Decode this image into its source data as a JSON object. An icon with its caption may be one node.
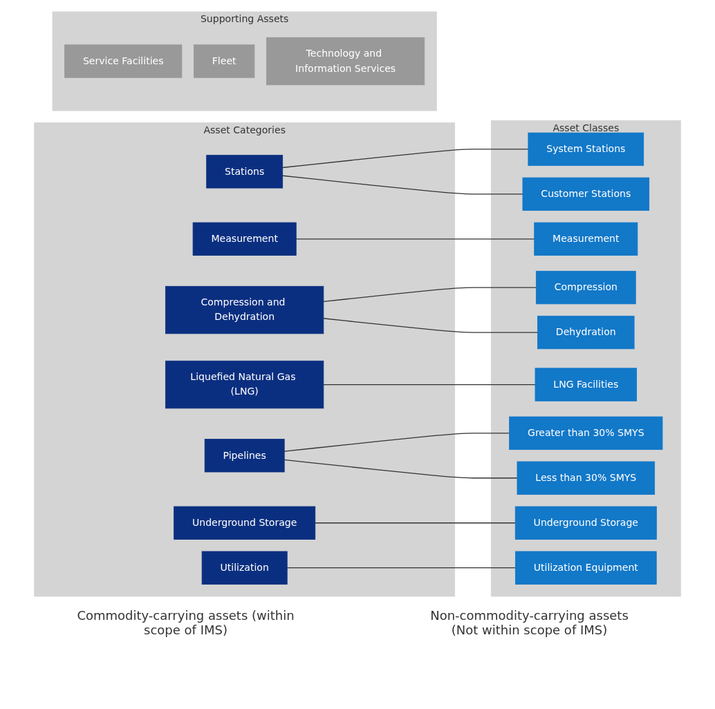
{
  "diagram": {
    "nodes": [
      {
        "text": [
          "Asset Categories"
        ]
      },
      {
        "text": [
          "Stations"
        ],
        "in": 0
      },
      {
        "text": [
          "Measurement"
        ],
        "in": 0
      },
      {
        "text": [
          "Compression and Dehydration"
        ],
        "in": 0
      },
      {
        "text": [
          "Liquefied Natural Gas (LNG)"
        ],
        "in": 0
      },
      {
        "text": [
          "Pipelines"
        ],
        "in": 0
      },
      {
        "text": [
          "Underground Storage"
        ],
        "in": 0
      },
      {
        "text": [
          "Utilization"
        ],
        "in": 0
      },
      {
        "text": [
          "Asset Classes"
        ]
      },
      {
        "text": [
          "System Stations"
        ],
        "in": 8
      },
      {
        "text": [
          "Customer Stations"
        ],
        "in": 8
      },
      {
        "text": [
          "Measurement"
        ],
        "in": 8
      },
      {
        "text": [
          "Compression"
        ],
        "in": 8
      },
      {
        "text": [
          "Dehydration"
        ],
        "in": 8
      },
      {
        "text": [
          "LNG Facilities"
        ],
        "in": 8
      },
      {
        "text": [
          "Greater than 30% SMYS"
        ],
        "in": 8
      },
      {
        "text": [
          "Less than 30% SMYS"
        ],
        "in": 8
      },
      {
        "text": [
          "Underground Storage"
        ],
        "in": 8
      },
      {
        "text": [
          "Utilization Equipment"
        ],
        "in": 8
      },
      {
        "text": [
          "Supporting Assets"
        ]
      },
      {
        "text": [
          "Service Facilities"
        ],
        "in": 19
      },
      {
        "text": [
          "Fleet"
        ],
        "in": 19
      },
      {
        "text": [
          "Technology and Information Services"
        ],
        "in": 19
      }
    ],
    "edges": [
      {
        "from": 1,
        "to": 9,
        "arrow": "none"
      },
      {
        "from": 1,
        "to": 10,
        "arrow": "none"
      },
      {
        "from": 2,
        "to": 11,
        "arrow": "none"
      },
      {
        "from": 3,
        "to": 12,
        "arrow": "none"
      },
      {
        "from": 3,
        "to": 13,
        "arrow": "none"
      },
      {
        "from": 4,
        "to": 14,
        "arrow": "none"
      },
      {
        "from": 5,
        "to": 15,
        "arrow": "none"
      },
      {
        "from": 5,
        "to": 16,
        "arrow": "none"
      },
      {
        "from": 6,
        "to": 17,
        "arrow": "none"
      },
      {
        "from": 7,
        "to": 18,
        "arrow": "none"
      }
    ],
    "labels": [
      "Commodity-carrying assets (within scope of IMS)",
      "Non-commodity-carrying assets (Not within scope of IMS)"
    ]
  }
}
